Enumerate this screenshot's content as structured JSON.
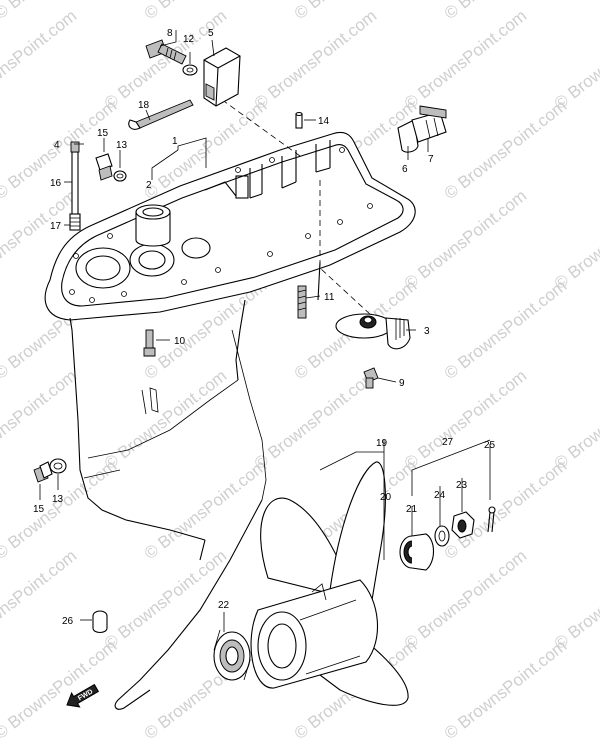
{
  "watermark": "© BrownsPoint.com",
  "callouts": {
    "p1": "1",
    "p2": "2",
    "p3": "3",
    "p4": "4",
    "p5": "5",
    "p6": "6",
    "p7": "7",
    "p8": "8",
    "p9": "9",
    "p10": "10",
    "p11": "11",
    "p12": "12",
    "p13a": "13",
    "p13b": "13",
    "p14": "14",
    "p15a": "15",
    "p15b": "15",
    "p16": "16",
    "p17": "17",
    "p18": "18",
    "p19": "19",
    "p20": "20",
    "p21": "21",
    "p22": "22",
    "p23": "23",
    "p24": "24",
    "p25": "25",
    "p26": "26",
    "p27": "27"
  },
  "fwd_marker": "FWD"
}
